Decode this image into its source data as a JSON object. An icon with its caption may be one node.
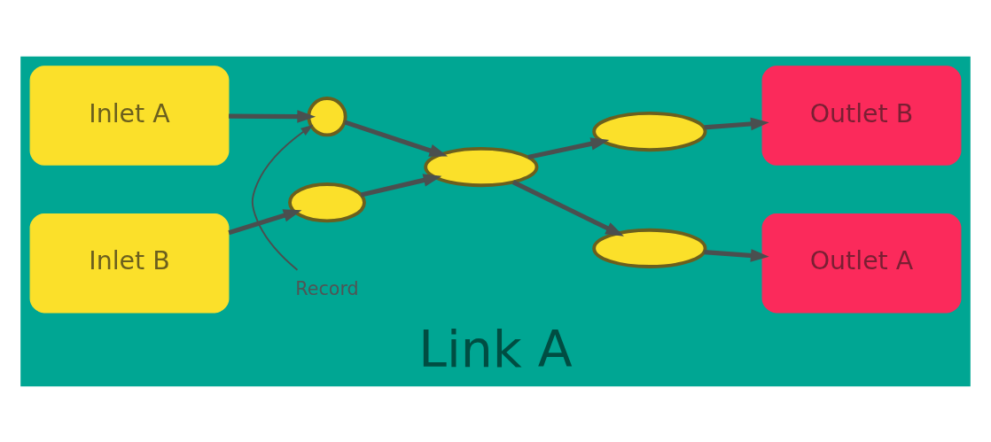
{
  "diagram": {
    "nodes": [
      {
        "text": [
          "Link A"
        ]
      },
      {
        "text": [
          "Inlet A"
        ],
        "in": 0
      },
      {
        "text": [
          "Inlet B"
        ],
        "in": 0
      },
      {
        "text": [],
        "shape": "circle",
        "in": 0
      },
      {
        "text": [],
        "shape": "circle",
        "in": 0
      },
      {
        "text": [],
        "shape": "circle",
        "in": 0
      },
      {
        "text": [],
        "shape": "circle",
        "in": 0
      },
      {
        "text": [],
        "shape": "circle",
        "in": 0
      },
      {
        "text": [
          "Outlet A"
        ],
        "in": 0
      },
      {
        "text": [
          "Outlet B"
        ],
        "in": 0
      },
      {
        "text": [
          "Record"
        ],
        "in": 0
      }
    ],
    "edges": [
      {
        "from": 1,
        "to": 3,
        "arrow": "to"
      },
      {
        "from": 2,
        "to": 4,
        "arrow": "to"
      },
      {
        "from": 3,
        "to": 5,
        "arrow": "to"
      },
      {
        "from": 4,
        "to": 5,
        "arrow": "to"
      },
      {
        "from": 5,
        "to": 6,
        "arrow": "to"
      },
      {
        "from": 5,
        "to": 7,
        "arrow": "to"
      },
      {
        "from": 6,
        "to": 8,
        "arrow": "to"
      },
      {
        "from": 7,
        "to": 9,
        "arrow": "to"
      },
      {
        "from": 10,
        "to": 3,
        "arrow": "to"
      }
    ]
  }
}
